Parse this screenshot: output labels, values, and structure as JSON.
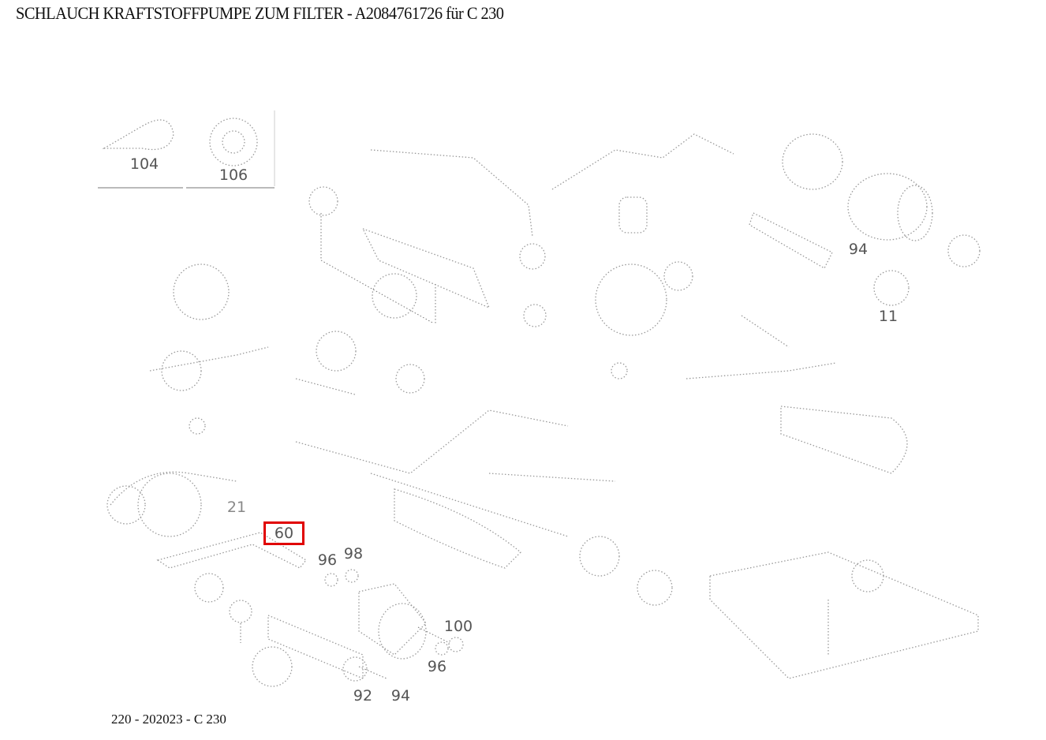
{
  "title": "SCHLAUCH KRAFTSTOFFPUMPE ZUM FILTER - A2084761726 für C 230",
  "footer": "220 - 202023 - C 230",
  "highlighted_part": "60",
  "highlight_color": "#e00000",
  "labels": [
    "104",
    "106",
    "94",
    "11",
    "21",
    "60",
    "96",
    "98",
    "100",
    "96",
    "92",
    "94"
  ]
}
